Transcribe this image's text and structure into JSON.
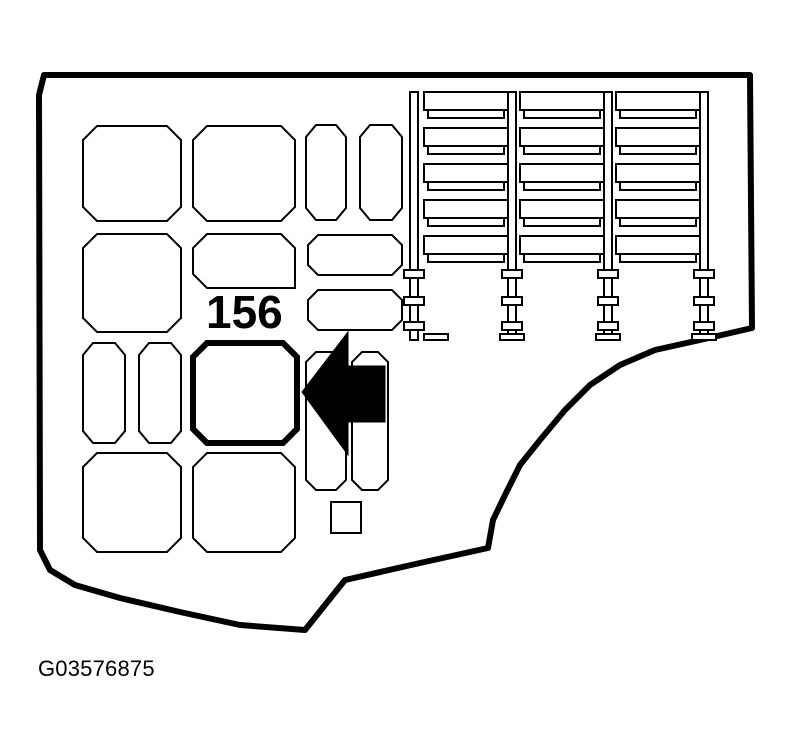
{
  "diagram": {
    "callout_label": "156",
    "figure_id": "G03576875",
    "highlighted_component": "component-156",
    "colors": {
      "stroke": "#000000",
      "fill": "#ffffff"
    }
  }
}
